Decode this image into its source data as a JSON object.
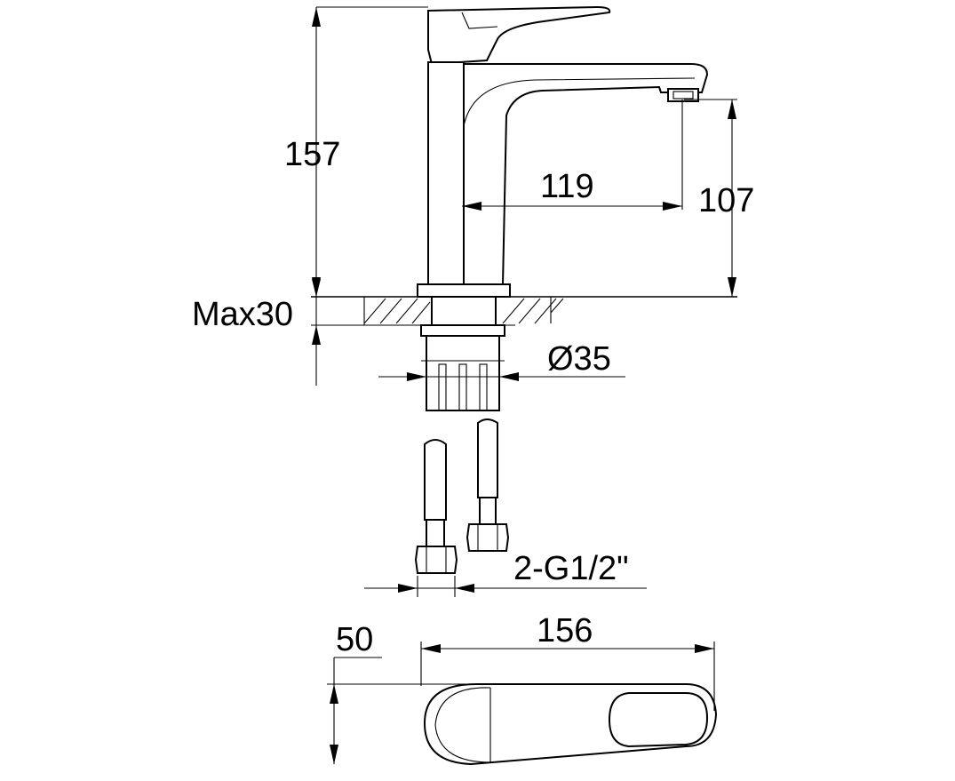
{
  "dimensions": {
    "total_height": "157",
    "spout_reach": "119",
    "spout_height": "107",
    "max_deck_thickness": "Max30",
    "hole_diameter": "Ø35",
    "hose_connection": "2-G1/2\"",
    "top_view_width": "50",
    "top_view_length": "156"
  }
}
